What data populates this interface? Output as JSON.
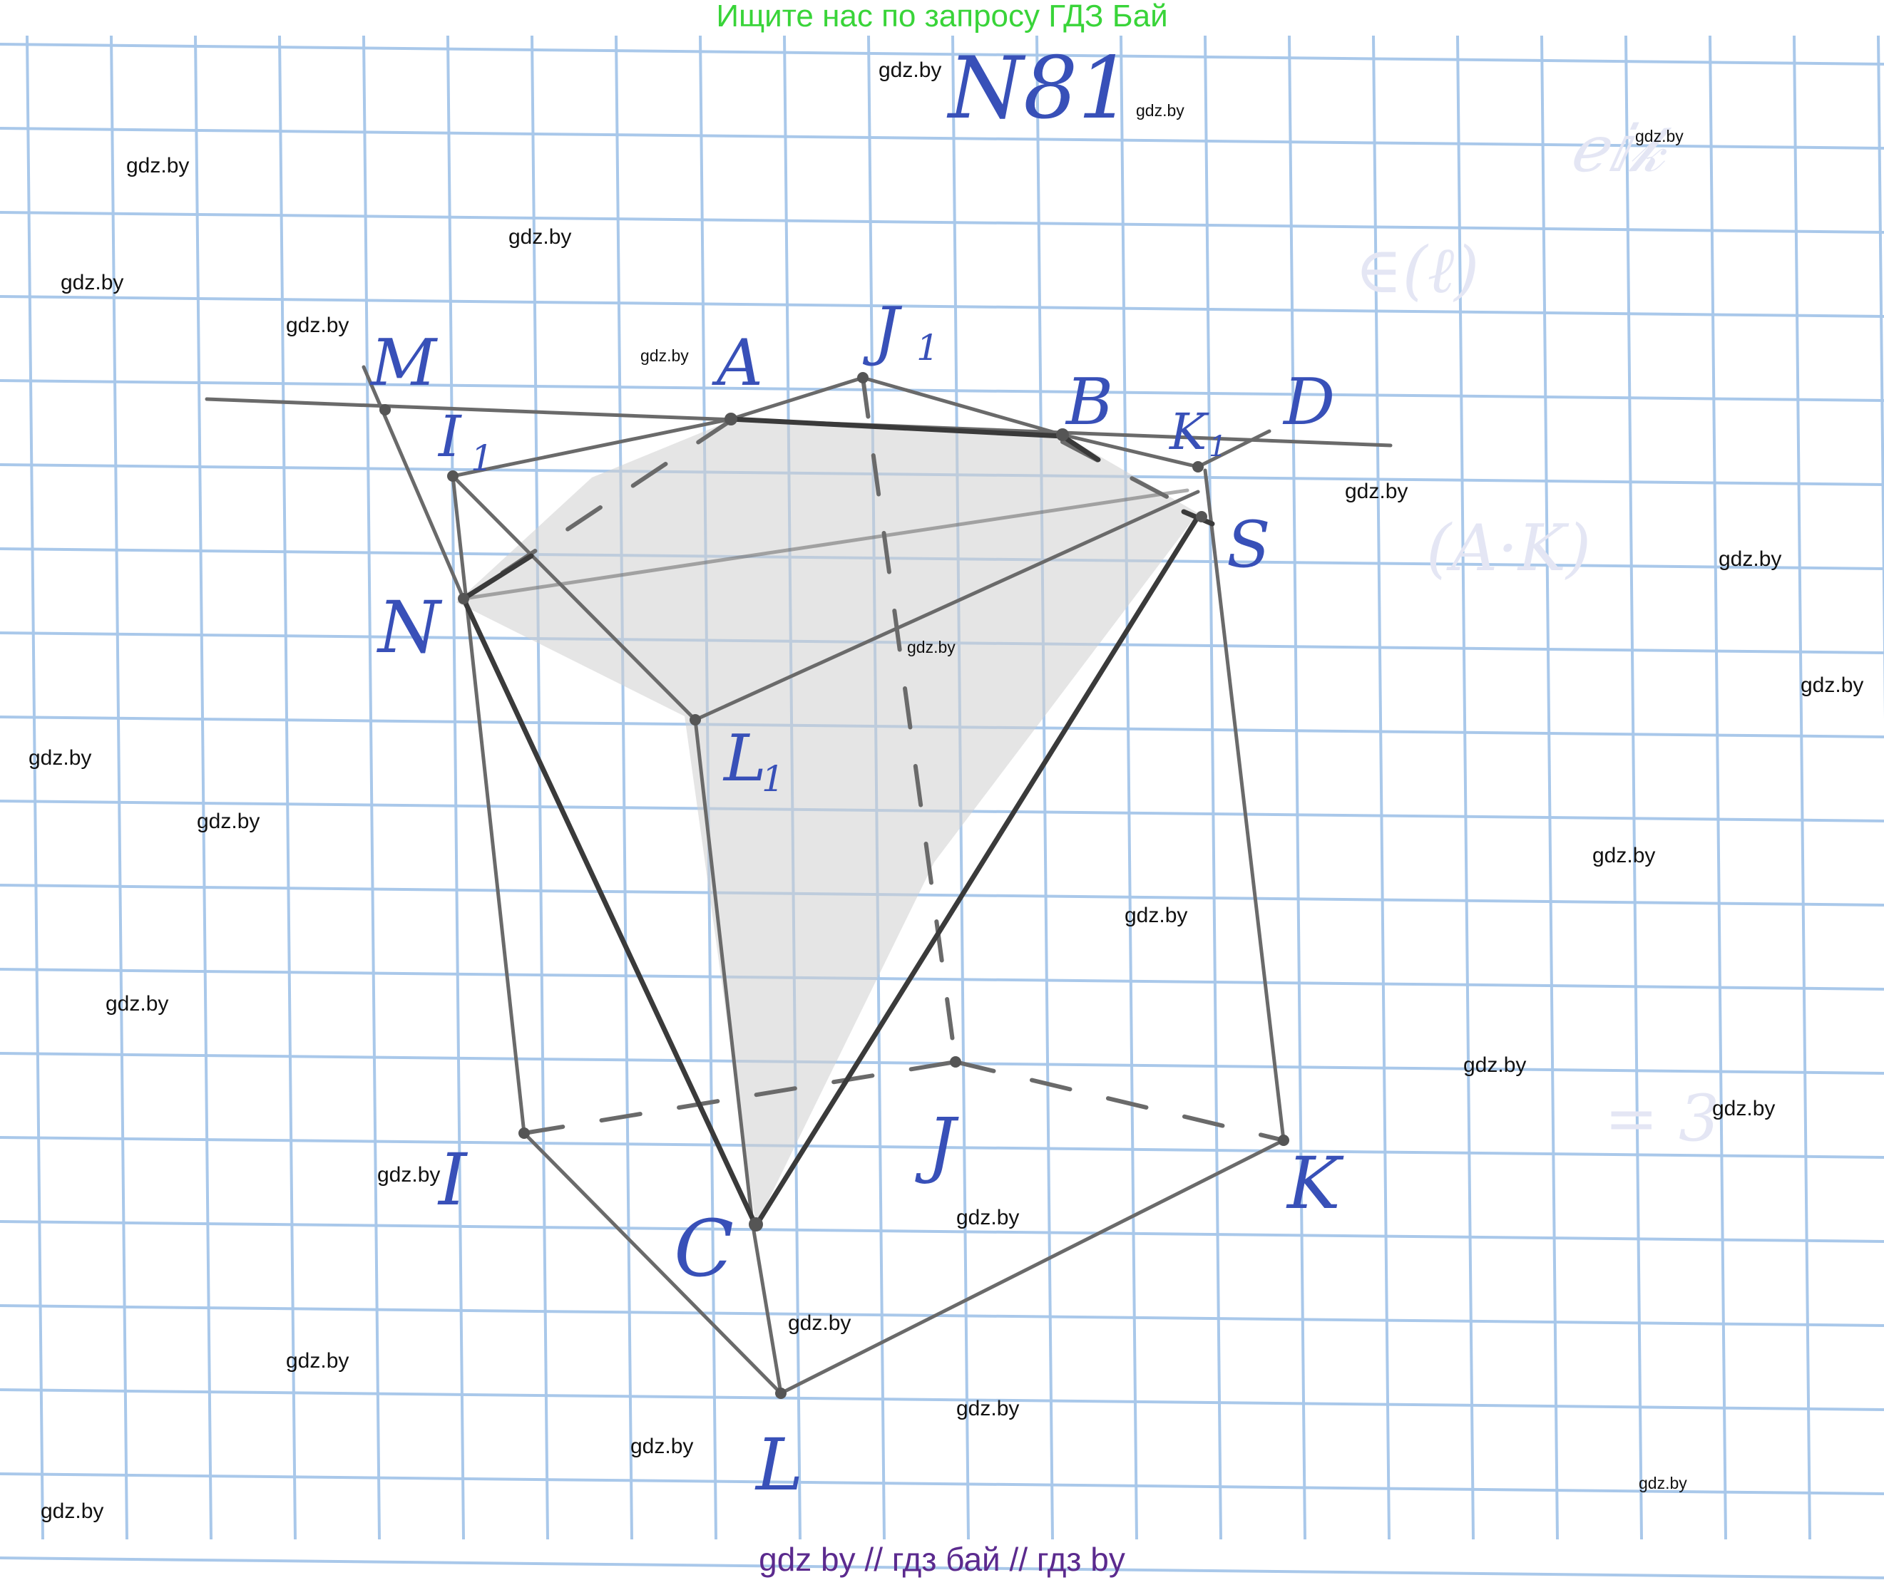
{
  "header": {
    "text": "Ищите нас по запросу ГДЗ Бай"
  },
  "footer": {
    "text": "gdz by  //  гдз бай  //  гдз by"
  },
  "problem_number": "N81",
  "watermark_text": "gdz.by",
  "colors": {
    "grid": "#a9c8ea",
    "pencil": "#555555",
    "pen_ink": "#3850b8",
    "header": "#39d439",
    "footer": "#5b2a8e"
  },
  "labels": {
    "M": "M",
    "I1": "I",
    "I1_sub": "1",
    "A": "A",
    "J1": "J",
    "J1_sub": "1",
    "B": "B",
    "K1": "K",
    "K1_sub": "1",
    "D": "D",
    "S": "S",
    "N": "N",
    "L1": "L",
    "L1_sub": "1",
    "I": "I",
    "C": "C",
    "J": "J",
    "K": "K",
    "L": "L"
  }
}
